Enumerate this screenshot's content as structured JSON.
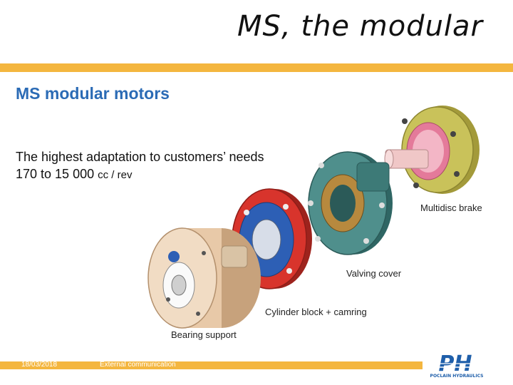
{
  "slide": {
    "title": "MS, the modular",
    "subtitle": "MS modular motors",
    "body_line1": "The highest adaptation to customers’ needs",
    "body_line2_main": "170 to 15 000 ",
    "body_line2_unit": "cc / rev"
  },
  "figure": {
    "labels": {
      "multidisc_brake": "Multidisc brake",
      "valving_cover": "Valving cover",
      "cylinder_block": "Cylinder block + camring",
      "bearing_support": "Bearing support"
    },
    "colors": {
      "brake_housing": "#c9c25a",
      "brake_gear": "#e47a9a",
      "valving_cover": "#4f8f8c",
      "cylinder_ring": "#d8342c",
      "cylinder_block": "#2d5fb5",
      "bearing_support": "#e8c9a8",
      "shaft": "#f0c7c7"
    }
  },
  "footer": {
    "date": "18/03/2018",
    "label": "External communication"
  },
  "logo": {
    "mark": "PH",
    "caption": "POCLAIN HYDRAULICS",
    "color": "#1f5faa"
  },
  "colors": {
    "accent_bar": "#f4b63f",
    "subtitle": "#2b6bb5"
  }
}
